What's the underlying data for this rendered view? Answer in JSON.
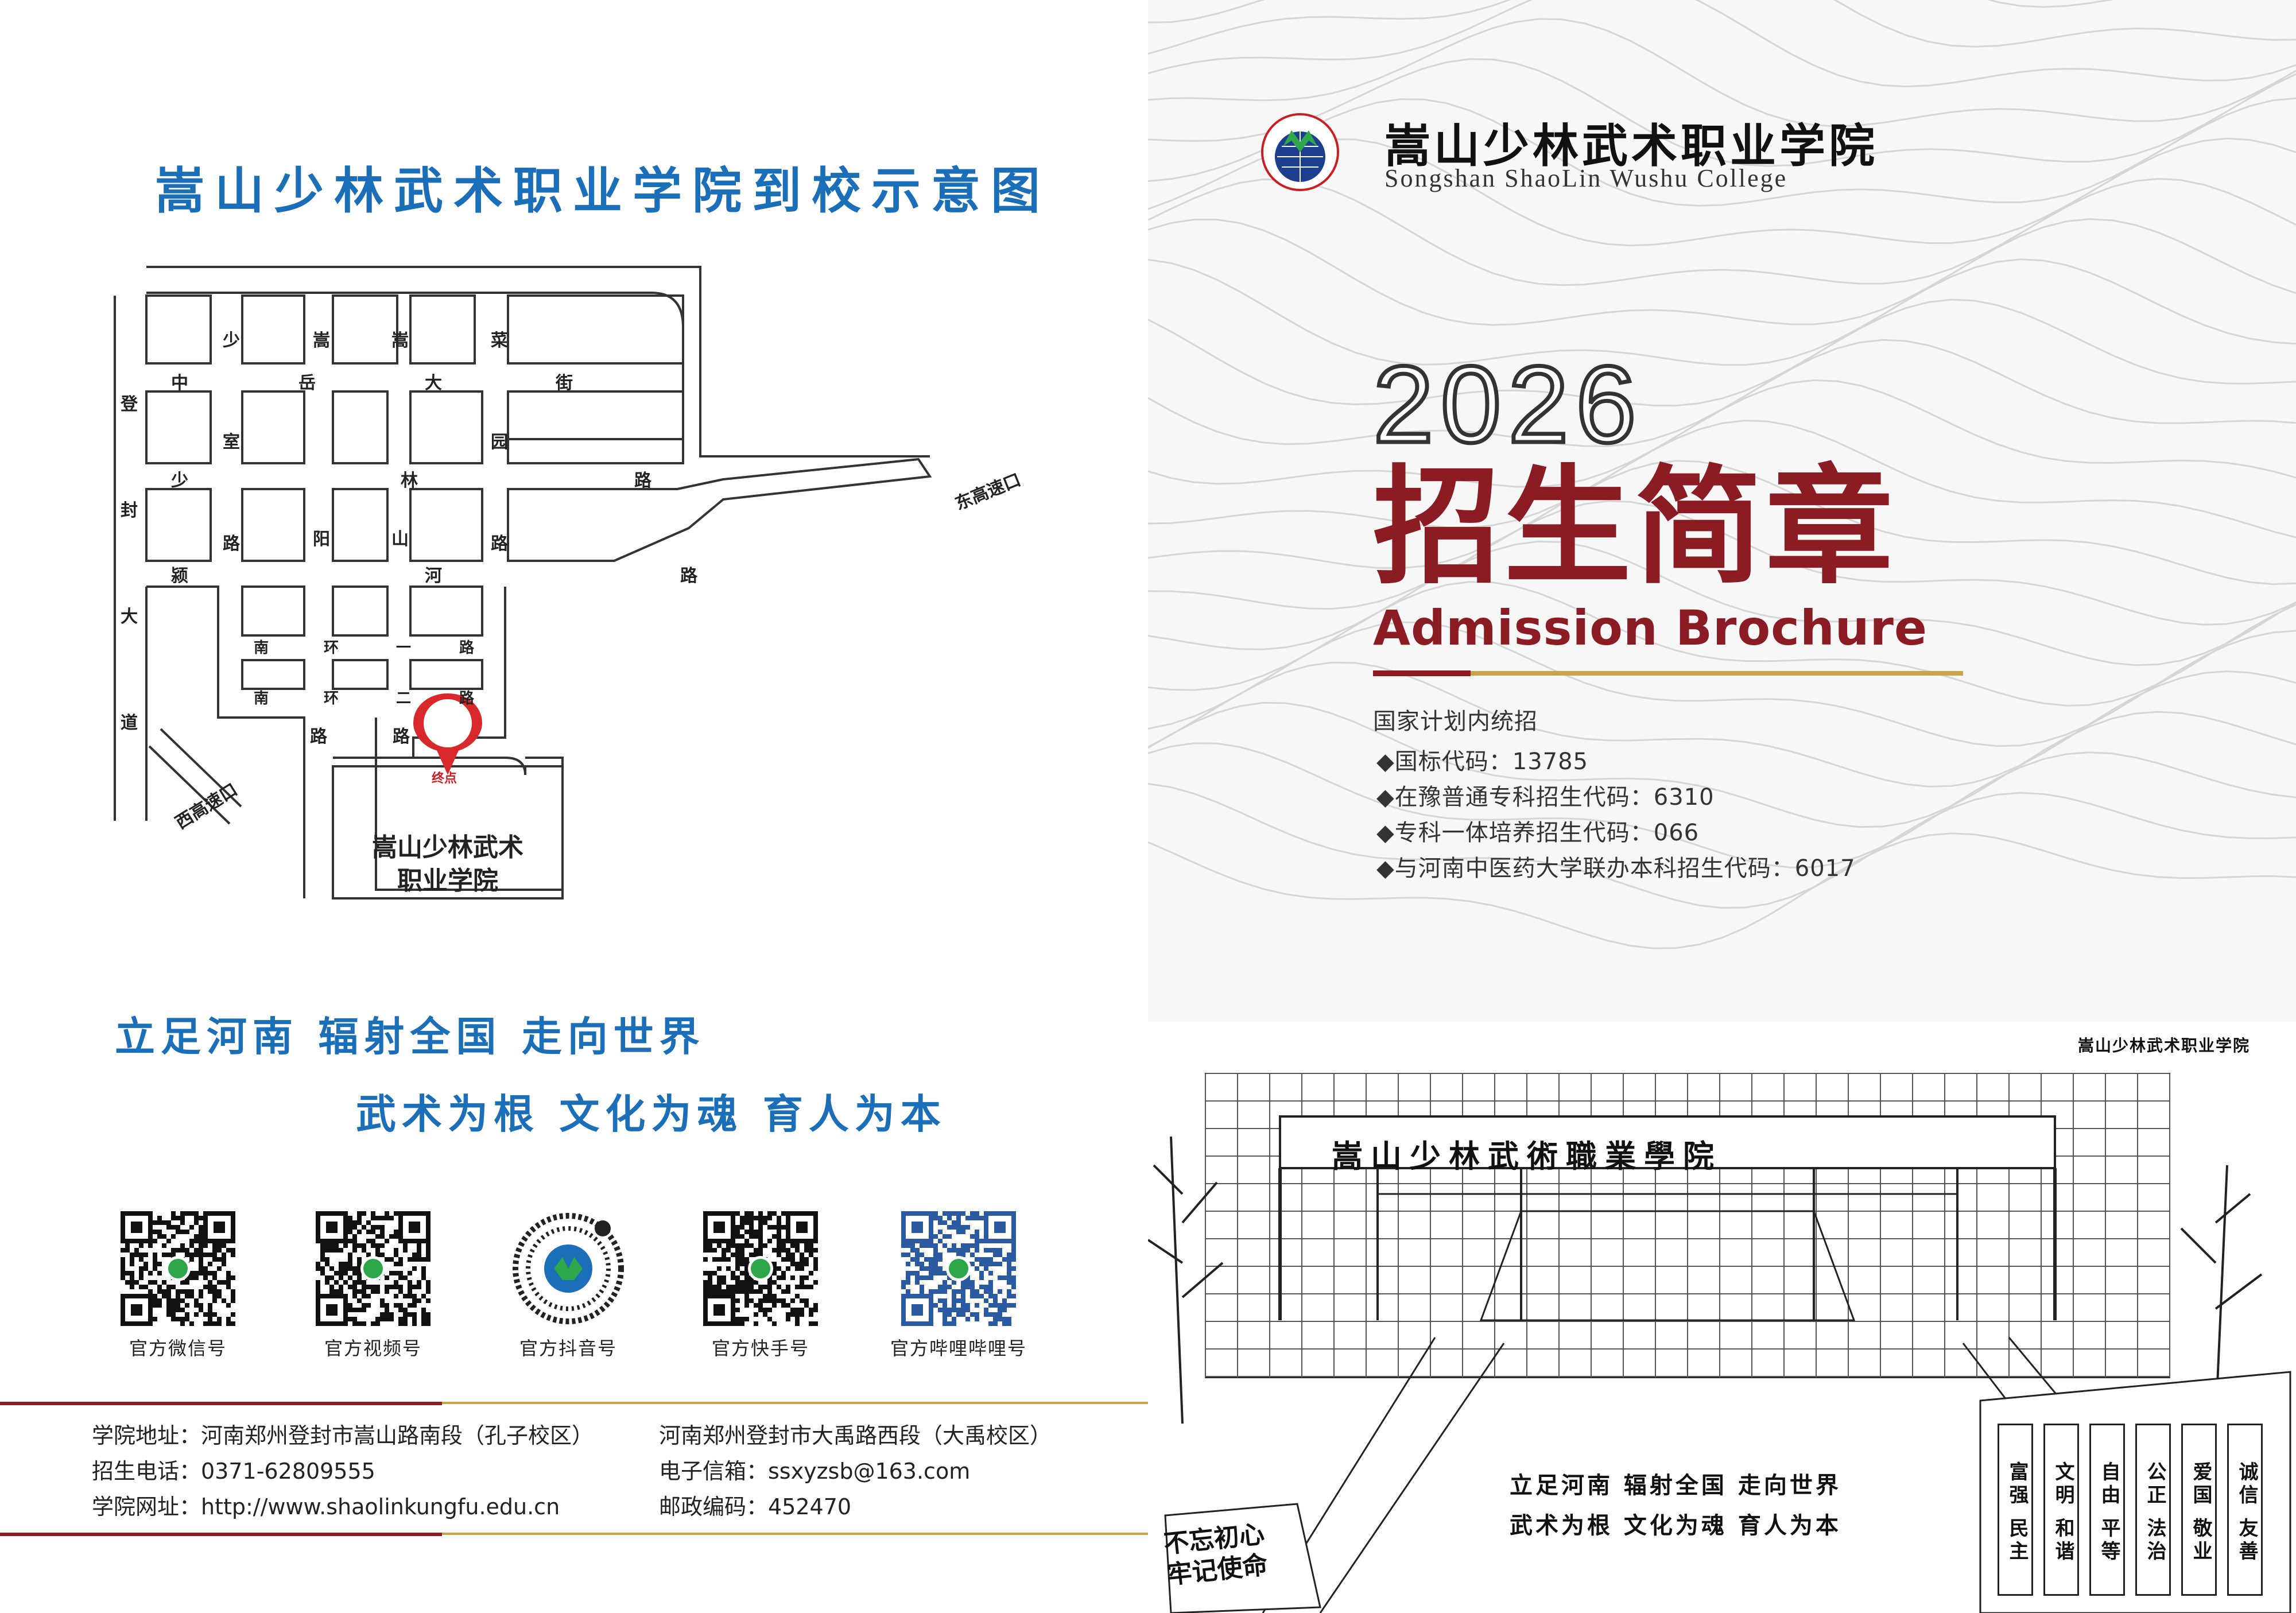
{
  "map": {
    "title": "嵩山少林武术职业学院到校示意图",
    "streets": {
      "dengfeng": [
        "登",
        "封",
        "大",
        "道"
      ],
      "zhongyue": [
        "中",
        "岳",
        "大",
        "街"
      ],
      "shaoshi": [
        "少",
        "室",
        "路"
      ],
      "songyang": [
        "嵩",
        "阳",
        "路"
      ],
      "songshan": [
        "嵩",
        "山",
        "路"
      ],
      "caiyuan": [
        "菜",
        "园",
        "路"
      ],
      "shaolin": [
        "少",
        "林",
        "路"
      ],
      "ying": [
        "颍",
        "河",
        "路"
      ],
      "nanhuan1": [
        "南",
        "环",
        "一",
        "路"
      ],
      "nanhuan2": [
        "南",
        "环",
        "二",
        "路"
      ],
      "lu_left": "路",
      "lu_right": "路",
      "east_exit": "东高速口",
      "west_exit": "西高速口"
    },
    "endpoint_label": "终点",
    "destination": [
      "嵩山少林武术",
      "职业学院"
    ]
  },
  "slogans": {
    "line1": "立足河南  辐射全国  走向世界",
    "line2": "武术为根  文化为魂  育人为本"
  },
  "qr_codes": [
    {
      "label": "官方微信号"
    },
    {
      "label": "官方视频号"
    },
    {
      "label": "官方抖音号"
    },
    {
      "label": "官方快手号"
    },
    {
      "label": "官方哔哩哔哩号"
    }
  ],
  "contact": {
    "address_label": "学院地址：河南郑州登封市嵩山路南段（孔子校区）",
    "address2": "河南郑州登封市大禹路西段（大禹校区）",
    "phone": "招生电话：0371-62809555",
    "email": "电子信箱：ssxyzsb@163.com",
    "website": "学院网址：http://www.shaolinkungfu.edu.cn",
    "postcode": "邮政编码：452470"
  },
  "cover": {
    "logo_cn": "嵩山少林武术职业学院",
    "logo_en": "Songshan ShaoLin Wushu College",
    "year": "2026",
    "title_cn": "招生简章",
    "title_en": "Admission Brochure",
    "subtitle": "国家计划内统招",
    "codes": [
      "◆国标代码：13785",
      "◆在豫普通专科招生代码：6310",
      "◆专科一体培养招生代码：066",
      "◆与河南中医药大学联办本科招生代码：6017"
    ],
    "sketch_sign": "嵩山少林武術職業學院",
    "sketch_corner": "嵩山少林武术职业学院",
    "sketch_slogan1": "立足河南  辐射全国  走向世界",
    "sketch_slogan2": "武术为根  文化为魂  育人为本",
    "stone_text": [
      "不忘初心",
      "牢记使命"
    ],
    "panels": [
      "富强 民主",
      "文明 和谐",
      "自由 平等",
      "公正 法治",
      "爱国 敬业",
      "诚信 友善"
    ]
  },
  "colors": {
    "blue": "#1b6fb8",
    "maroon": "#8b1c24",
    "gold": "#c9a24a",
    "dark": "#222222"
  }
}
